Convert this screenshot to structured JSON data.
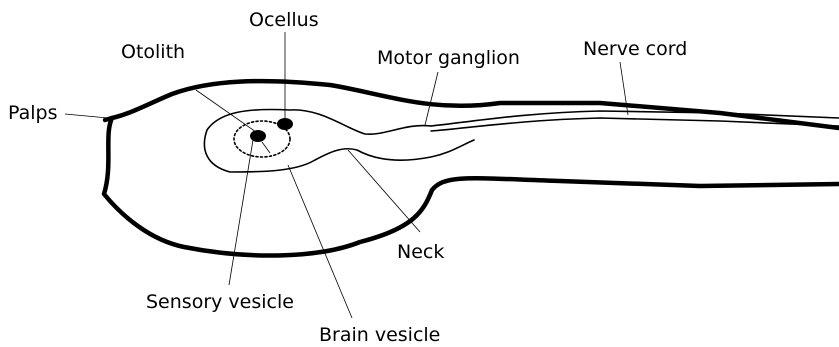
{
  "diagram": {
    "labels": {
      "ocellus": "Ocellus",
      "otolith": "Otolith",
      "motor_ganglion": "Motor ganglion",
      "nerve_cord": "Nerve cord",
      "palps": "Palps",
      "neck": "Neck",
      "sensory_vesicle": "Sensory vesicle",
      "brain_vesicle": "Brain vesicle"
    },
    "colors": {
      "ink": "#000000",
      "background": "#ffffff"
    }
  }
}
